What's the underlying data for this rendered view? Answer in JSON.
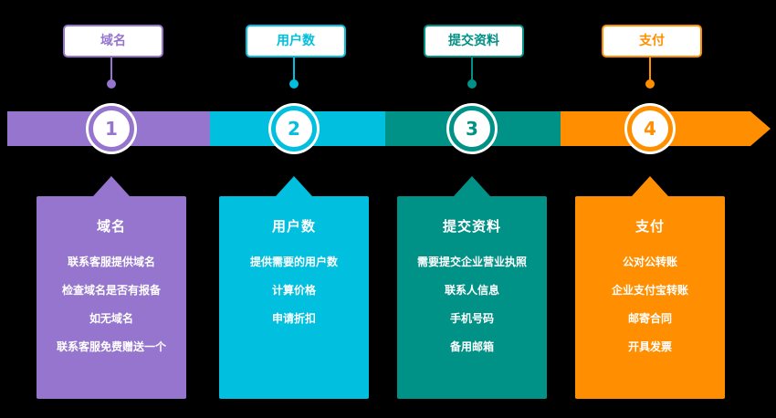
{
  "diagram": {
    "type": "process-timeline",
    "background": "#000000",
    "steps": [
      {
        "number": "1",
        "label": "域名",
        "title": "域名",
        "color": "#9575cd",
        "items": [
          "联系客服提供域名",
          "检查域名是否有报备",
          "如无域名",
          "联系客服免费赠送一个"
        ]
      },
      {
        "number": "2",
        "label": "用户数",
        "title": "用户数",
        "color": "#00bfdf",
        "items": [
          "提供需要的用户数",
          "计算价格",
          "申请折扣"
        ]
      },
      {
        "number": "3",
        "label": "提交资料",
        "title": "提交资料",
        "color": "#009187",
        "items": [
          "需要提交企业营业执照",
          "联系人信息",
          "手机号码",
          "备用邮箱"
        ]
      },
      {
        "number": "4",
        "label": "支付",
        "title": "支付",
        "color": "#ff8f00",
        "items": [
          "公对公转账",
          "企业支付宝转账",
          "邮寄合同",
          "开具发票"
        ]
      }
    ]
  }
}
